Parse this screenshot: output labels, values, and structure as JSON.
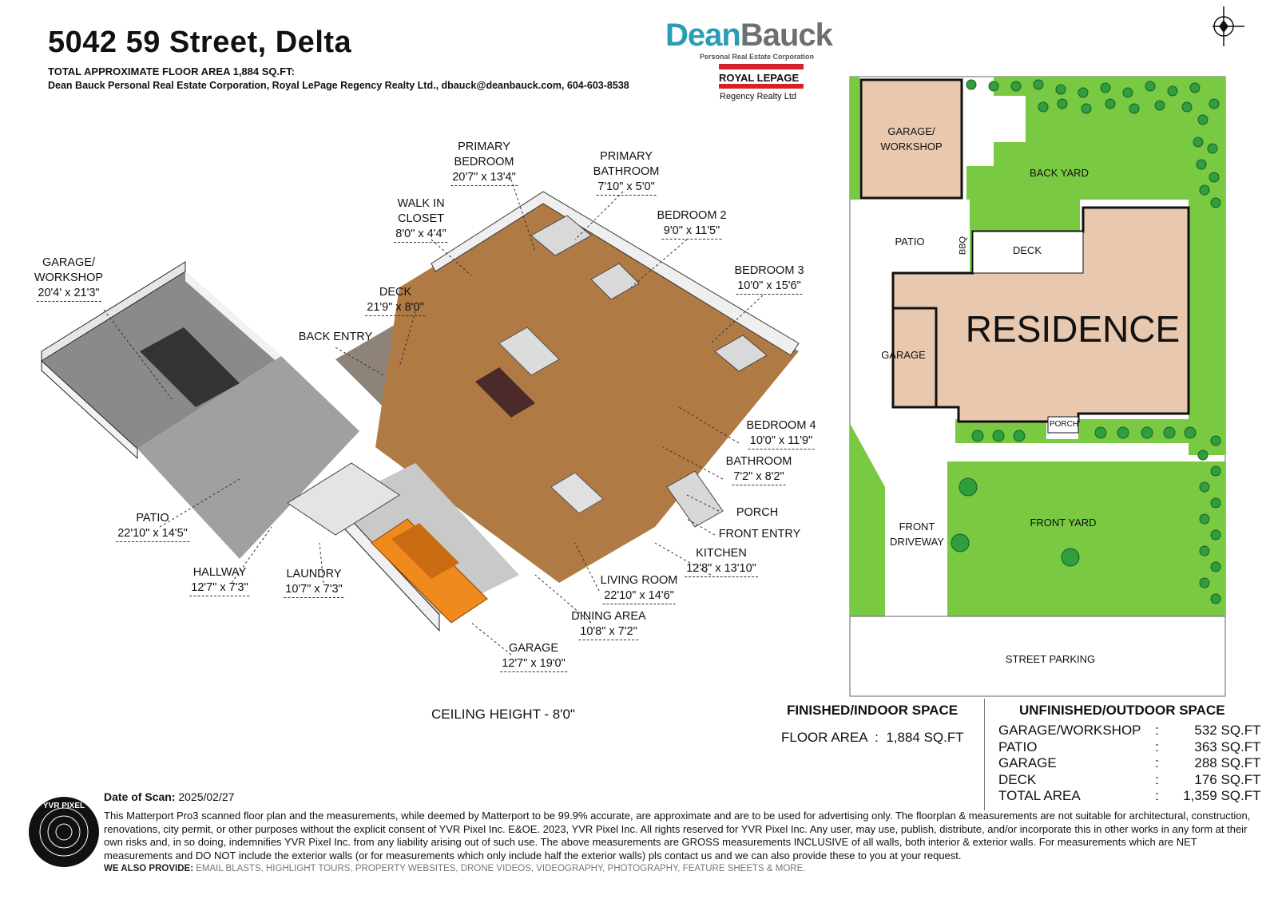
{
  "header": {
    "address": "5042 59 Street, Delta",
    "total_area": "TOTAL APPROXIMATE FLOOR AREA 1,884 SQ.FT:",
    "contact": "Dean Bauck Personal Real Estate Corporation, Royal LePage Regency Realty Ltd., dbauck@deanbauck.com, 604-603-8538"
  },
  "logo": {
    "dean": "Dean",
    "bauck": "Bauck",
    "dean_sub": "Personal Real Estate Corporation",
    "rlp": "ROYAL LEPAGE",
    "rlp_sub": "Regency Realty Ltd"
  },
  "compass": {
    "north": "N"
  },
  "rooms": [
    {
      "name": "GARAGE/\nWORKSHOP",
      "dim": "20'4' x 21'3\""
    },
    {
      "name": "WALK IN\nCLOSET",
      "dim": "8'0\" x 4'4\""
    },
    {
      "name": "PRIMARY\nBEDROOM",
      "dim": "20'7\" x 13'4\""
    },
    {
      "name": "PRIMARY\nBATHROOM",
      "dim": "7'10\" x 5'0\""
    },
    {
      "name": "BEDROOM 2",
      "dim": "9'0\" x 11'5\""
    },
    {
      "name": "BEDROOM 3",
      "dim": "10'0\" x 15'6\""
    },
    {
      "name": "DECK",
      "dim": "21'9\" x 8'0\""
    },
    {
      "name": "BACK ENTRY",
      "dim": ""
    },
    {
      "name": "BEDROOM 4",
      "dim": "10'0\" x 11'9\""
    },
    {
      "name": "BATHROOM",
      "dim": "7'2\" x 8'2\""
    },
    {
      "name": "PORCH",
      "dim": ""
    },
    {
      "name": "FRONT ENTRY",
      "dim": ""
    },
    {
      "name": "KITCHEN",
      "dim": "12'8\" x 13'10\""
    },
    {
      "name": "LIVING ROOM",
      "dim": "22'10\" x 14'6\""
    },
    {
      "name": "DINING AREA",
      "dim": "10'8\" x 7'2\""
    },
    {
      "name": "GARAGE",
      "dim": "12'7\" x 19'0\""
    },
    {
      "name": "PATIO",
      "dim": "22'10\" x 14'5\""
    },
    {
      "name": "HALLWAY",
      "dim": "12'7\" x 7'3\""
    },
    {
      "name": "LAUNDRY",
      "dim": "10'7\" x 7'3\""
    }
  ],
  "site_plan": {
    "garage_workshop": "GARAGE/\nWORKSHOP",
    "back_yard": "BACK YARD",
    "patio": "PATIO",
    "bbq": "BBQ",
    "deck": "DECK",
    "residence": "RESIDENCE",
    "garage": "GARAGE",
    "porch": "PORCH",
    "front_driveway": "FRONT\nDRIVEWAY",
    "front_yard": "FRONT YARD",
    "street_parking": "STREET PARKING",
    "colors": {
      "grass": "#7ac943",
      "building": "#e8c9b0",
      "tree": "#2e9e3e"
    }
  },
  "ceiling": "CEILING HEIGHT - 8'0\"",
  "finished": {
    "heading": "FINISHED/INDOOR SPACE",
    "label": "FLOOR AREA",
    "value": "1,884 SQ.FT"
  },
  "unfinished": {
    "heading": "UNFINISHED/OUTDOOR SPACE",
    "rows": [
      {
        "label": "GARAGE/WORKSHOP",
        "value": "532 SQ.FT"
      },
      {
        "label": "PATIO",
        "value": "363 SQ.FT"
      },
      {
        "label": "GARAGE",
        "value": "288 SQ.FT"
      },
      {
        "label": "DECK",
        "value": "176 SQ.FT"
      },
      {
        "label": "TOTAL AREA",
        "value": "1,359 SQ.FT"
      }
    ]
  },
  "footer": {
    "scan_label": "Date of Scan:",
    "scan_date": "2025/02/27",
    "disclaimer": "This Matterport Pro3 scanned floor plan and the measurements, while deemed by Matterport to be 99.9% accurate, are approximate and are to be used for advertising only. The floorplan & measurements are not suitable for architectural, construction, renovations, city permit, or other purposes without the explicit consent of YVR Pixel Inc. E&OE. 2023, YVR Pixel Inc. All rights reserved for YVR Pixel Inc. Any user, may use, publish, distribute, and/or incorporate this in other works in any form at their own risks and, in so doing, indemnifies YVR Pixel Inc. from any liability arising out of such use. The above measurements are GROSS measurements INCLUSIVE of all walls, both interior & exterior walls. For measurements which are NET measurements and DO NOT include the exterior walls (or for measurements which only include half the exterior walls) pls contact us and we can also provide these to you at your request.",
    "also_label": "WE ALSO PROVIDE:",
    "also": "EMAIL BLASTS, HIGHLIGHT TOURS, PROPERTY WEBSITES, DRONE VIDEOS, VIDEOGRAPHY, PHOTOGRAPHY, FEATURE SHEETS & MORE.",
    "yvr_logo": "YVR PIXEL"
  }
}
